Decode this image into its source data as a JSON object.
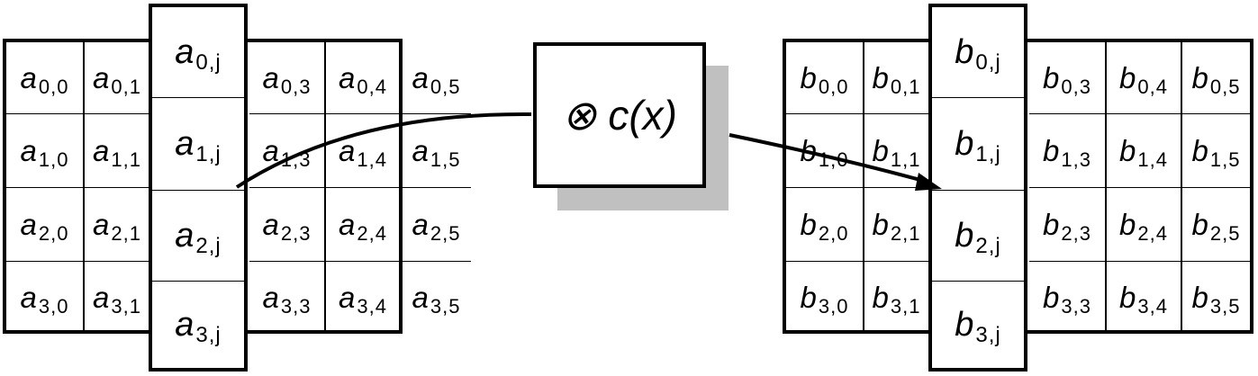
{
  "operator": {
    "label": "⊗ c(x)"
  },
  "state_a": {
    "rows": [
      [
        {
          "v": "a",
          "s": "0,0"
        },
        {
          "v": "a",
          "s": "0,1"
        },
        {
          "v": "a",
          "s": "0,3"
        },
        {
          "v": "a",
          "s": "0,4"
        },
        {
          "v": "a",
          "s": "0,5"
        }
      ],
      [
        {
          "v": "a",
          "s": "1,0"
        },
        {
          "v": "a",
          "s": "1,1"
        },
        {
          "v": "a",
          "s": "1,3"
        },
        {
          "v": "a",
          "s": "1,4"
        },
        {
          "v": "a",
          "s": "1,5"
        }
      ],
      [
        {
          "v": "a",
          "s": "2,0"
        },
        {
          "v": "a",
          "s": "2,1"
        },
        {
          "v": "a",
          "s": "2,3"
        },
        {
          "v": "a",
          "s": "2,4"
        },
        {
          "v": "a",
          "s": "2,5"
        }
      ],
      [
        {
          "v": "a",
          "s": "3,0"
        },
        {
          "v": "a",
          "s": "3,1"
        },
        {
          "v": "a",
          "s": "3,3"
        },
        {
          "v": "a",
          "s": "3,4"
        },
        {
          "v": "a",
          "s": "3,5"
        }
      ]
    ],
    "column": [
      {
        "v": "a",
        "s": "0,j"
      },
      {
        "v": "a",
        "s": "1,j"
      },
      {
        "v": "a",
        "s": "2,j"
      },
      {
        "v": "a",
        "s": "3,j"
      }
    ]
  },
  "state_b": {
    "rows": [
      [
        {
          "v": "b",
          "s": "0,0"
        },
        {
          "v": "b",
          "s": "0,1"
        },
        {
          "v": "b",
          "s": "0,3"
        },
        {
          "v": "b",
          "s": "0,4"
        },
        {
          "v": "b",
          "s": "0,5"
        }
      ],
      [
        {
          "v": "b",
          "s": "1,0"
        },
        {
          "v": "b",
          "s": "1,1"
        },
        {
          "v": "b",
          "s": "1,3"
        },
        {
          "v": "b",
          "s": "1,4"
        },
        {
          "v": "b",
          "s": "1,5"
        }
      ],
      [
        {
          "v": "b",
          "s": "2,0"
        },
        {
          "v": "b",
          "s": "2,1"
        },
        {
          "v": "b",
          "s": "2,3"
        },
        {
          "v": "b",
          "s": "2,4"
        },
        {
          "v": "b",
          "s": "2,5"
        }
      ],
      [
        {
          "v": "b",
          "s": "3,0"
        },
        {
          "v": "b",
          "s": "3,1"
        },
        {
          "v": "b",
          "s": "3,3"
        },
        {
          "v": "b",
          "s": "3,4"
        },
        {
          "v": "b",
          "s": "3,5"
        }
      ]
    ],
    "column": [
      {
        "v": "b",
        "s": "0,j"
      },
      {
        "v": "b",
        "s": "1,j"
      },
      {
        "v": "b",
        "s": "2,j"
      },
      {
        "v": "b",
        "s": "3,j"
      }
    ]
  },
  "colors": {
    "line": "#000000",
    "shadow": "#c0c0c0"
  }
}
